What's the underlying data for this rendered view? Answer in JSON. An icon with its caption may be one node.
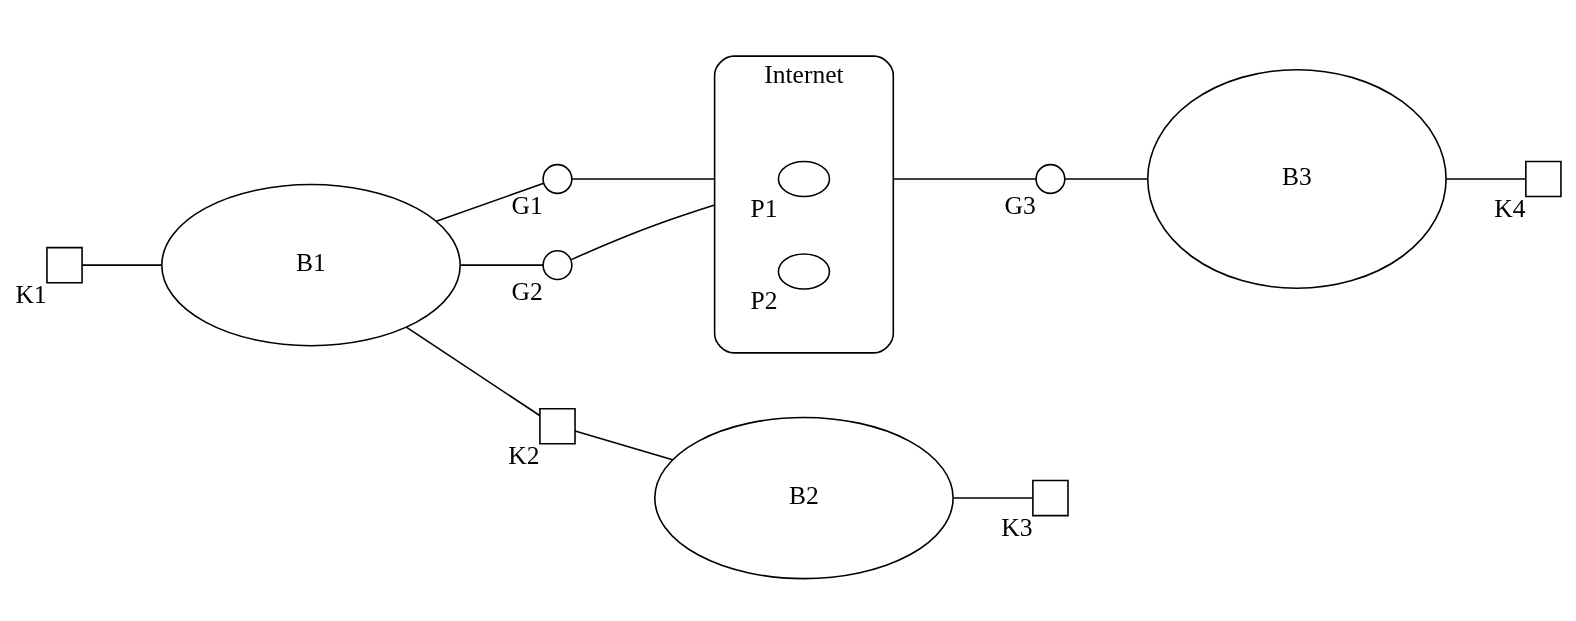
{
  "diagram": {
    "nodes": [
      {
        "text": [
          "Internet"
        ]
      },
      {
        "text": [
          "P1"
        ],
        "in": 0
      },
      {
        "text": [
          "P2"
        ],
        "in": 0
      },
      {
        "text": [
          "B1"
        ]
      },
      {
        "text": [
          "B2"
        ]
      },
      {
        "text": [
          "B3"
        ]
      },
      {
        "text": [
          "G1"
        ]
      },
      {
        "text": [
          "G2"
        ]
      },
      {
        "text": [
          "G3"
        ]
      },
      {
        "text": [
          "K1"
        ]
      },
      {
        "text": [
          "K2"
        ]
      },
      {
        "text": [
          "K3"
        ]
      },
      {
        "text": [
          "K4"
        ]
      }
    ],
    "edges": [
      {
        "from": 9,
        "to": 3,
        "arrow": "none"
      },
      {
        "from": 3,
        "to": 6,
        "arrow": "none"
      },
      {
        "from": 6,
        "to": 0,
        "arrow": "none"
      },
      {
        "from": 3,
        "to": 7,
        "arrow": "none"
      },
      {
        "from": 7,
        "to": 0,
        "arrow": "none"
      },
      {
        "from": 3,
        "to": 10,
        "arrow": "none"
      },
      {
        "from": 10,
        "to": 4,
        "arrow": "none"
      },
      {
        "from": 4,
        "to": 11,
        "arrow": "none"
      },
      {
        "from": 0,
        "to": 8,
        "arrow": "none"
      },
      {
        "from": 8,
        "to": 5,
        "arrow": "none"
      },
      {
        "from": 5,
        "to": 12,
        "arrow": "none"
      }
    ]
  }
}
